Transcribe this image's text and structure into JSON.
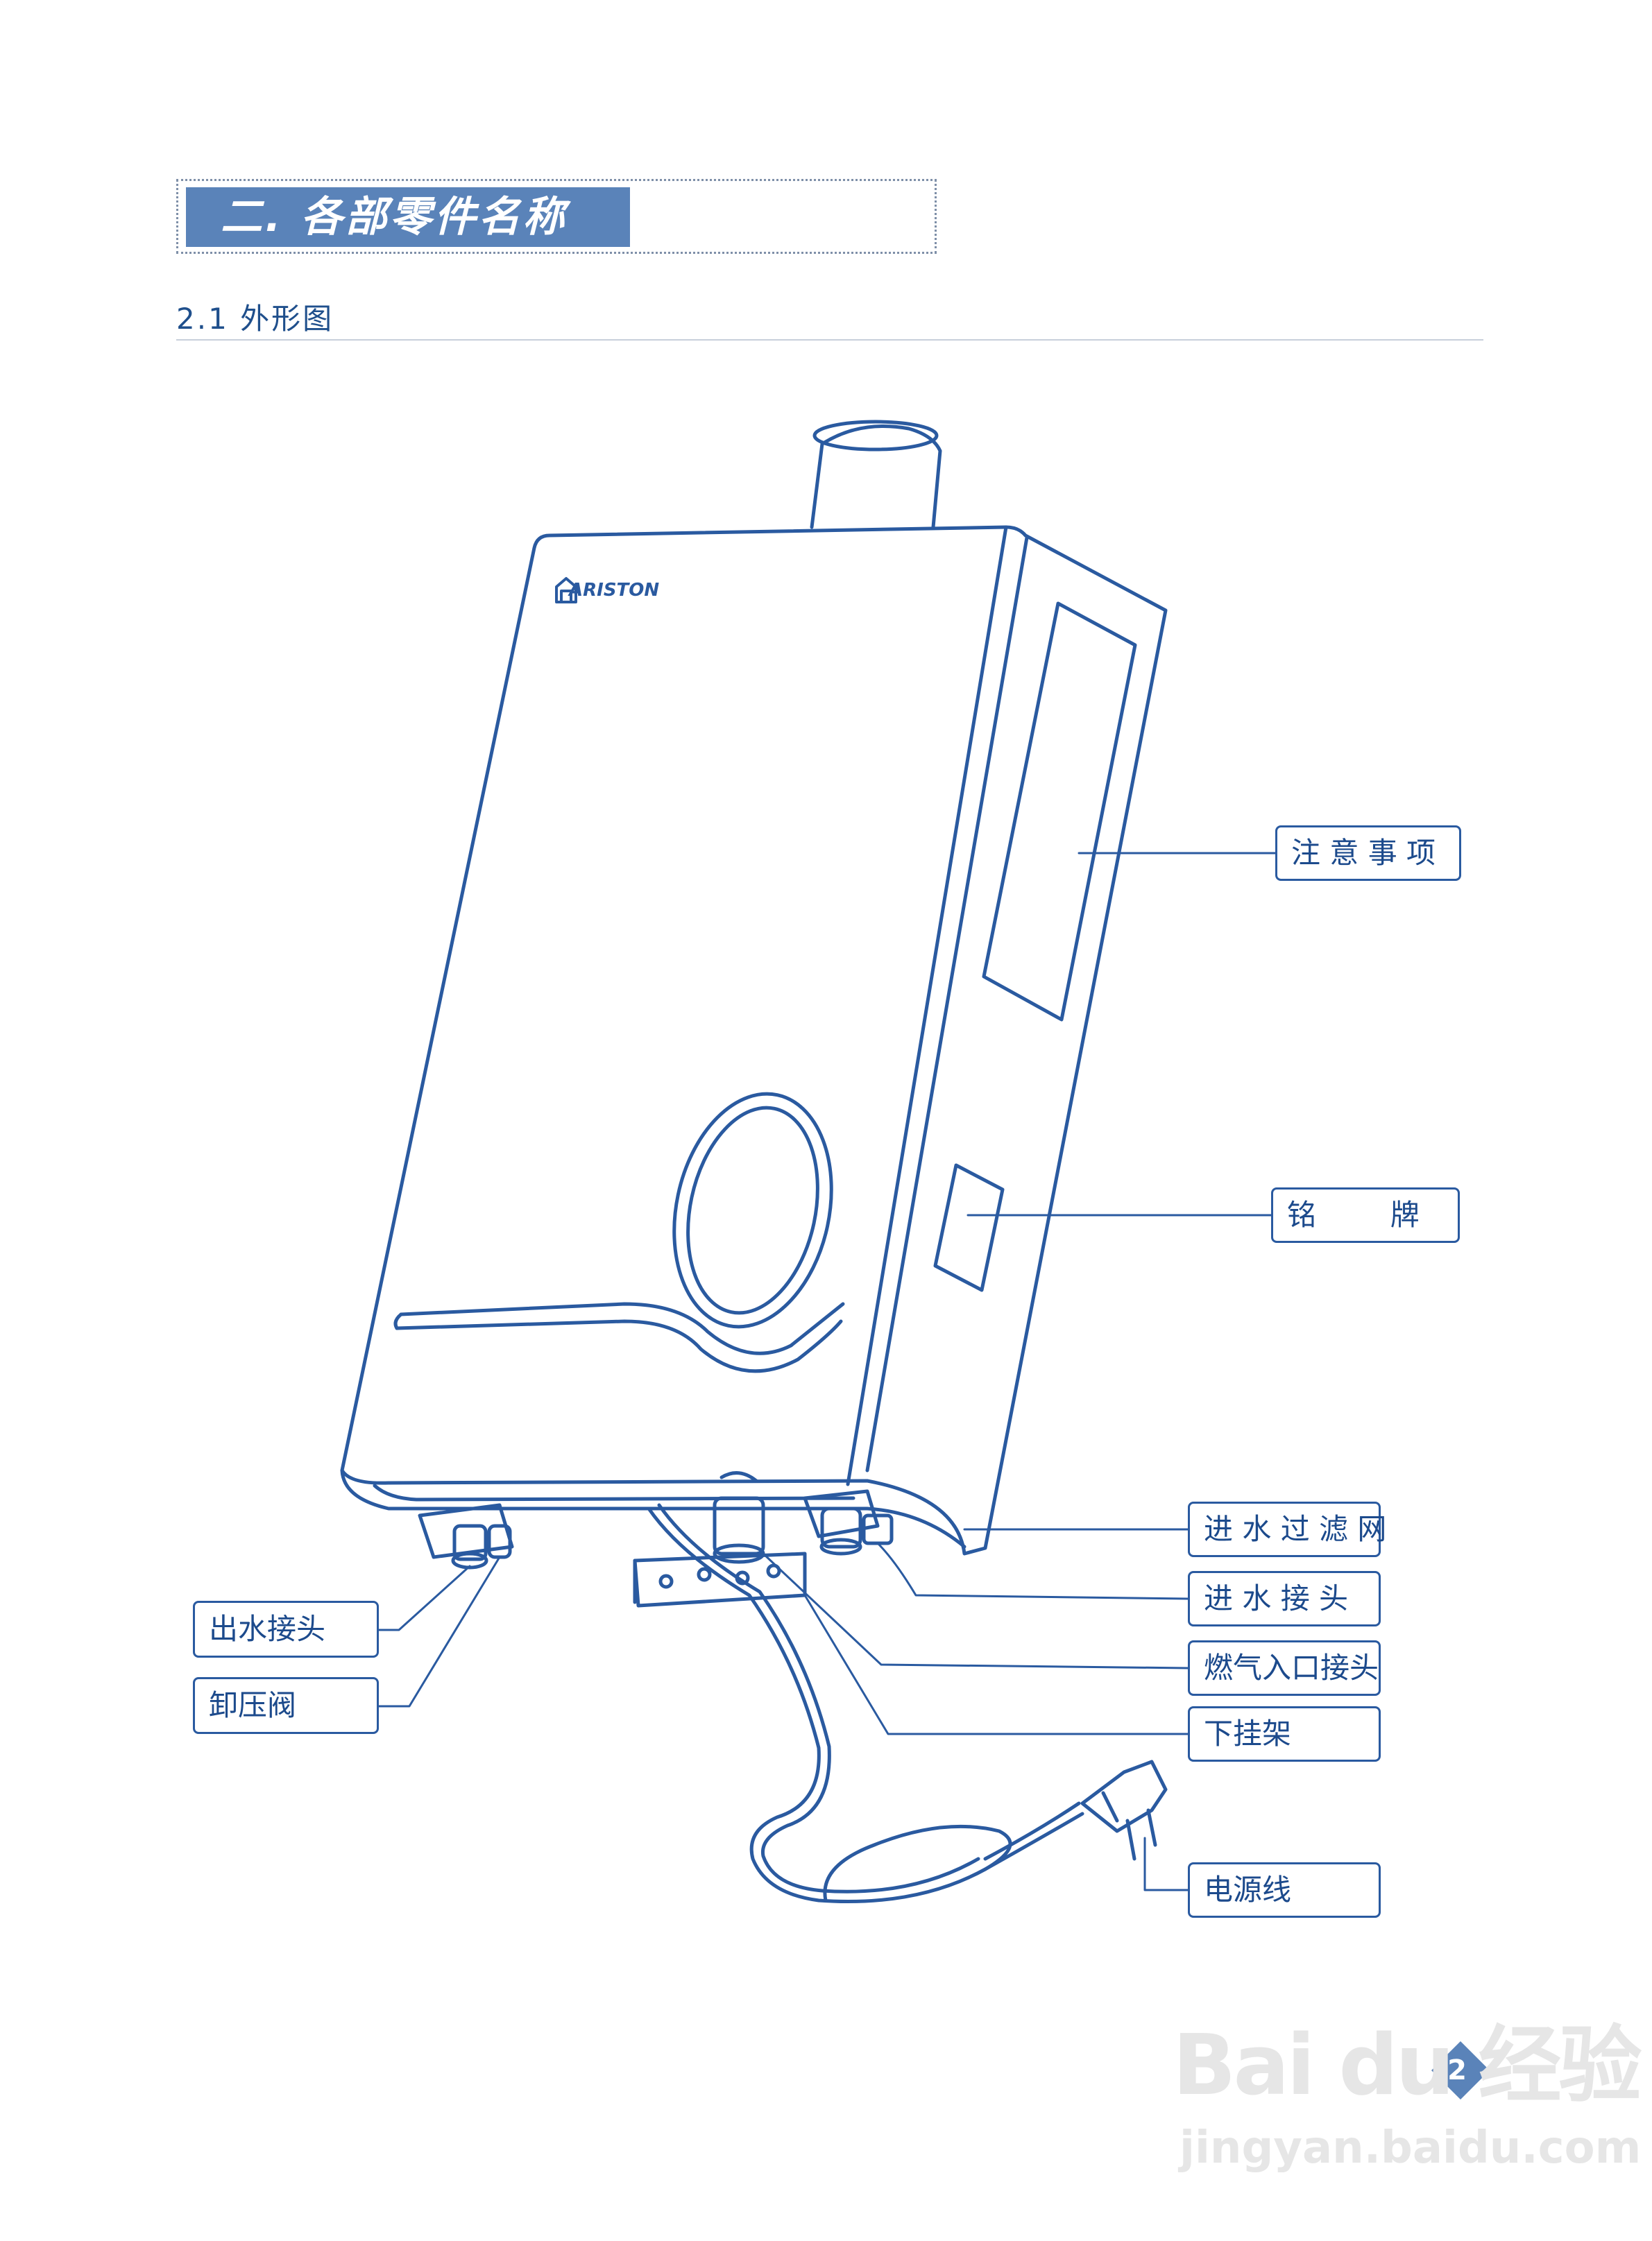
{
  "section": {
    "title": "二. 各部零件名称"
  },
  "subsection": {
    "title": "2.1 外形图"
  },
  "brand": {
    "logo_text": "ARISTON"
  },
  "labels": {
    "notice": "注 意 事 项",
    "nameplate": "铭        牌",
    "inlet_filter": "进 水 过 滤 网",
    "inlet_fitting": "进 水 接 头",
    "outlet_fitting": "出水接头",
    "gas_inlet": "燃气入口接头",
    "relief_valve": "卸压阀",
    "bracket": "下挂架",
    "power_cord": "电源线"
  },
  "page_number": "2",
  "watermark": {
    "text": "Bai du 经验",
    "url": "jingyan.baidu.com"
  },
  "colors": {
    "line": "#2a5aa0",
    "accent": "#5a83b9",
    "text": "#1c4a8c"
  }
}
